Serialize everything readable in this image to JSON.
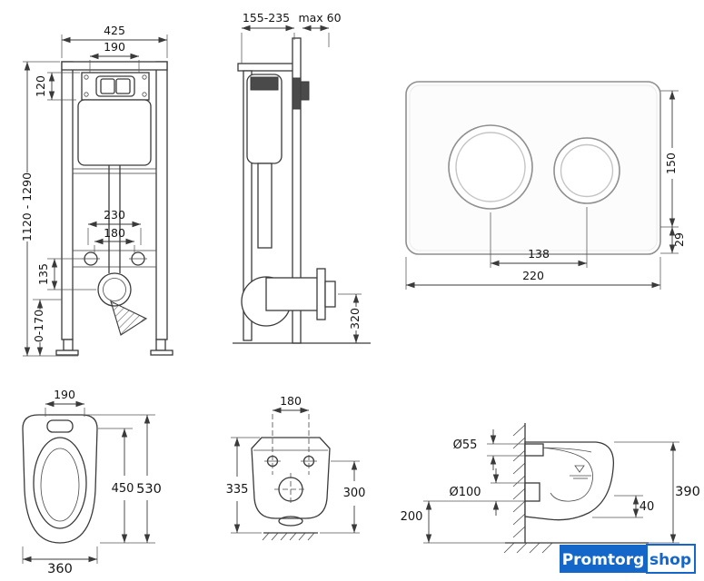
{
  "colors": {
    "background": "#ffffff",
    "line": "#3a3a3a",
    "accent_blue": "#1467c8"
  },
  "views": {
    "frame_front": {
      "dims": {
        "width": "425",
        "panel_width": "190",
        "tank_top_height": "120",
        "frame_height_range": "1120 - 1290",
        "fixing_spacing_outer": "230",
        "fixing_spacing_inner": "180",
        "fixing_height": "135",
        "foot_adjust_range": "0-170"
      }
    },
    "frame_side": {
      "dims": {
        "depth_range": "155-235",
        "wall_offset_max": "max 60",
        "outlet_height": "320"
      }
    },
    "flush_plate": {
      "dims": {
        "height": "150",
        "bottom_offset": "29",
        "button_centers": "138",
        "width": "220"
      }
    },
    "bowl_top": {
      "dims": {
        "seat_width": "190",
        "inner_length": "450",
        "total_length": "530",
        "width": "360"
      }
    },
    "bowl_rear": {
      "dims": {
        "bolt_spacing": "180",
        "total_height": "335",
        "bolt_height": "300"
      }
    },
    "bowl_side": {
      "dims": {
        "inlet_diameter": "Ø55",
        "outlet_diameter": "Ø100",
        "outlet_axis_height": "200",
        "bowl_height": "390",
        "ledge": "40"
      }
    }
  },
  "logo": {
    "primary": "Promtorg",
    "suffix": "shop"
  }
}
